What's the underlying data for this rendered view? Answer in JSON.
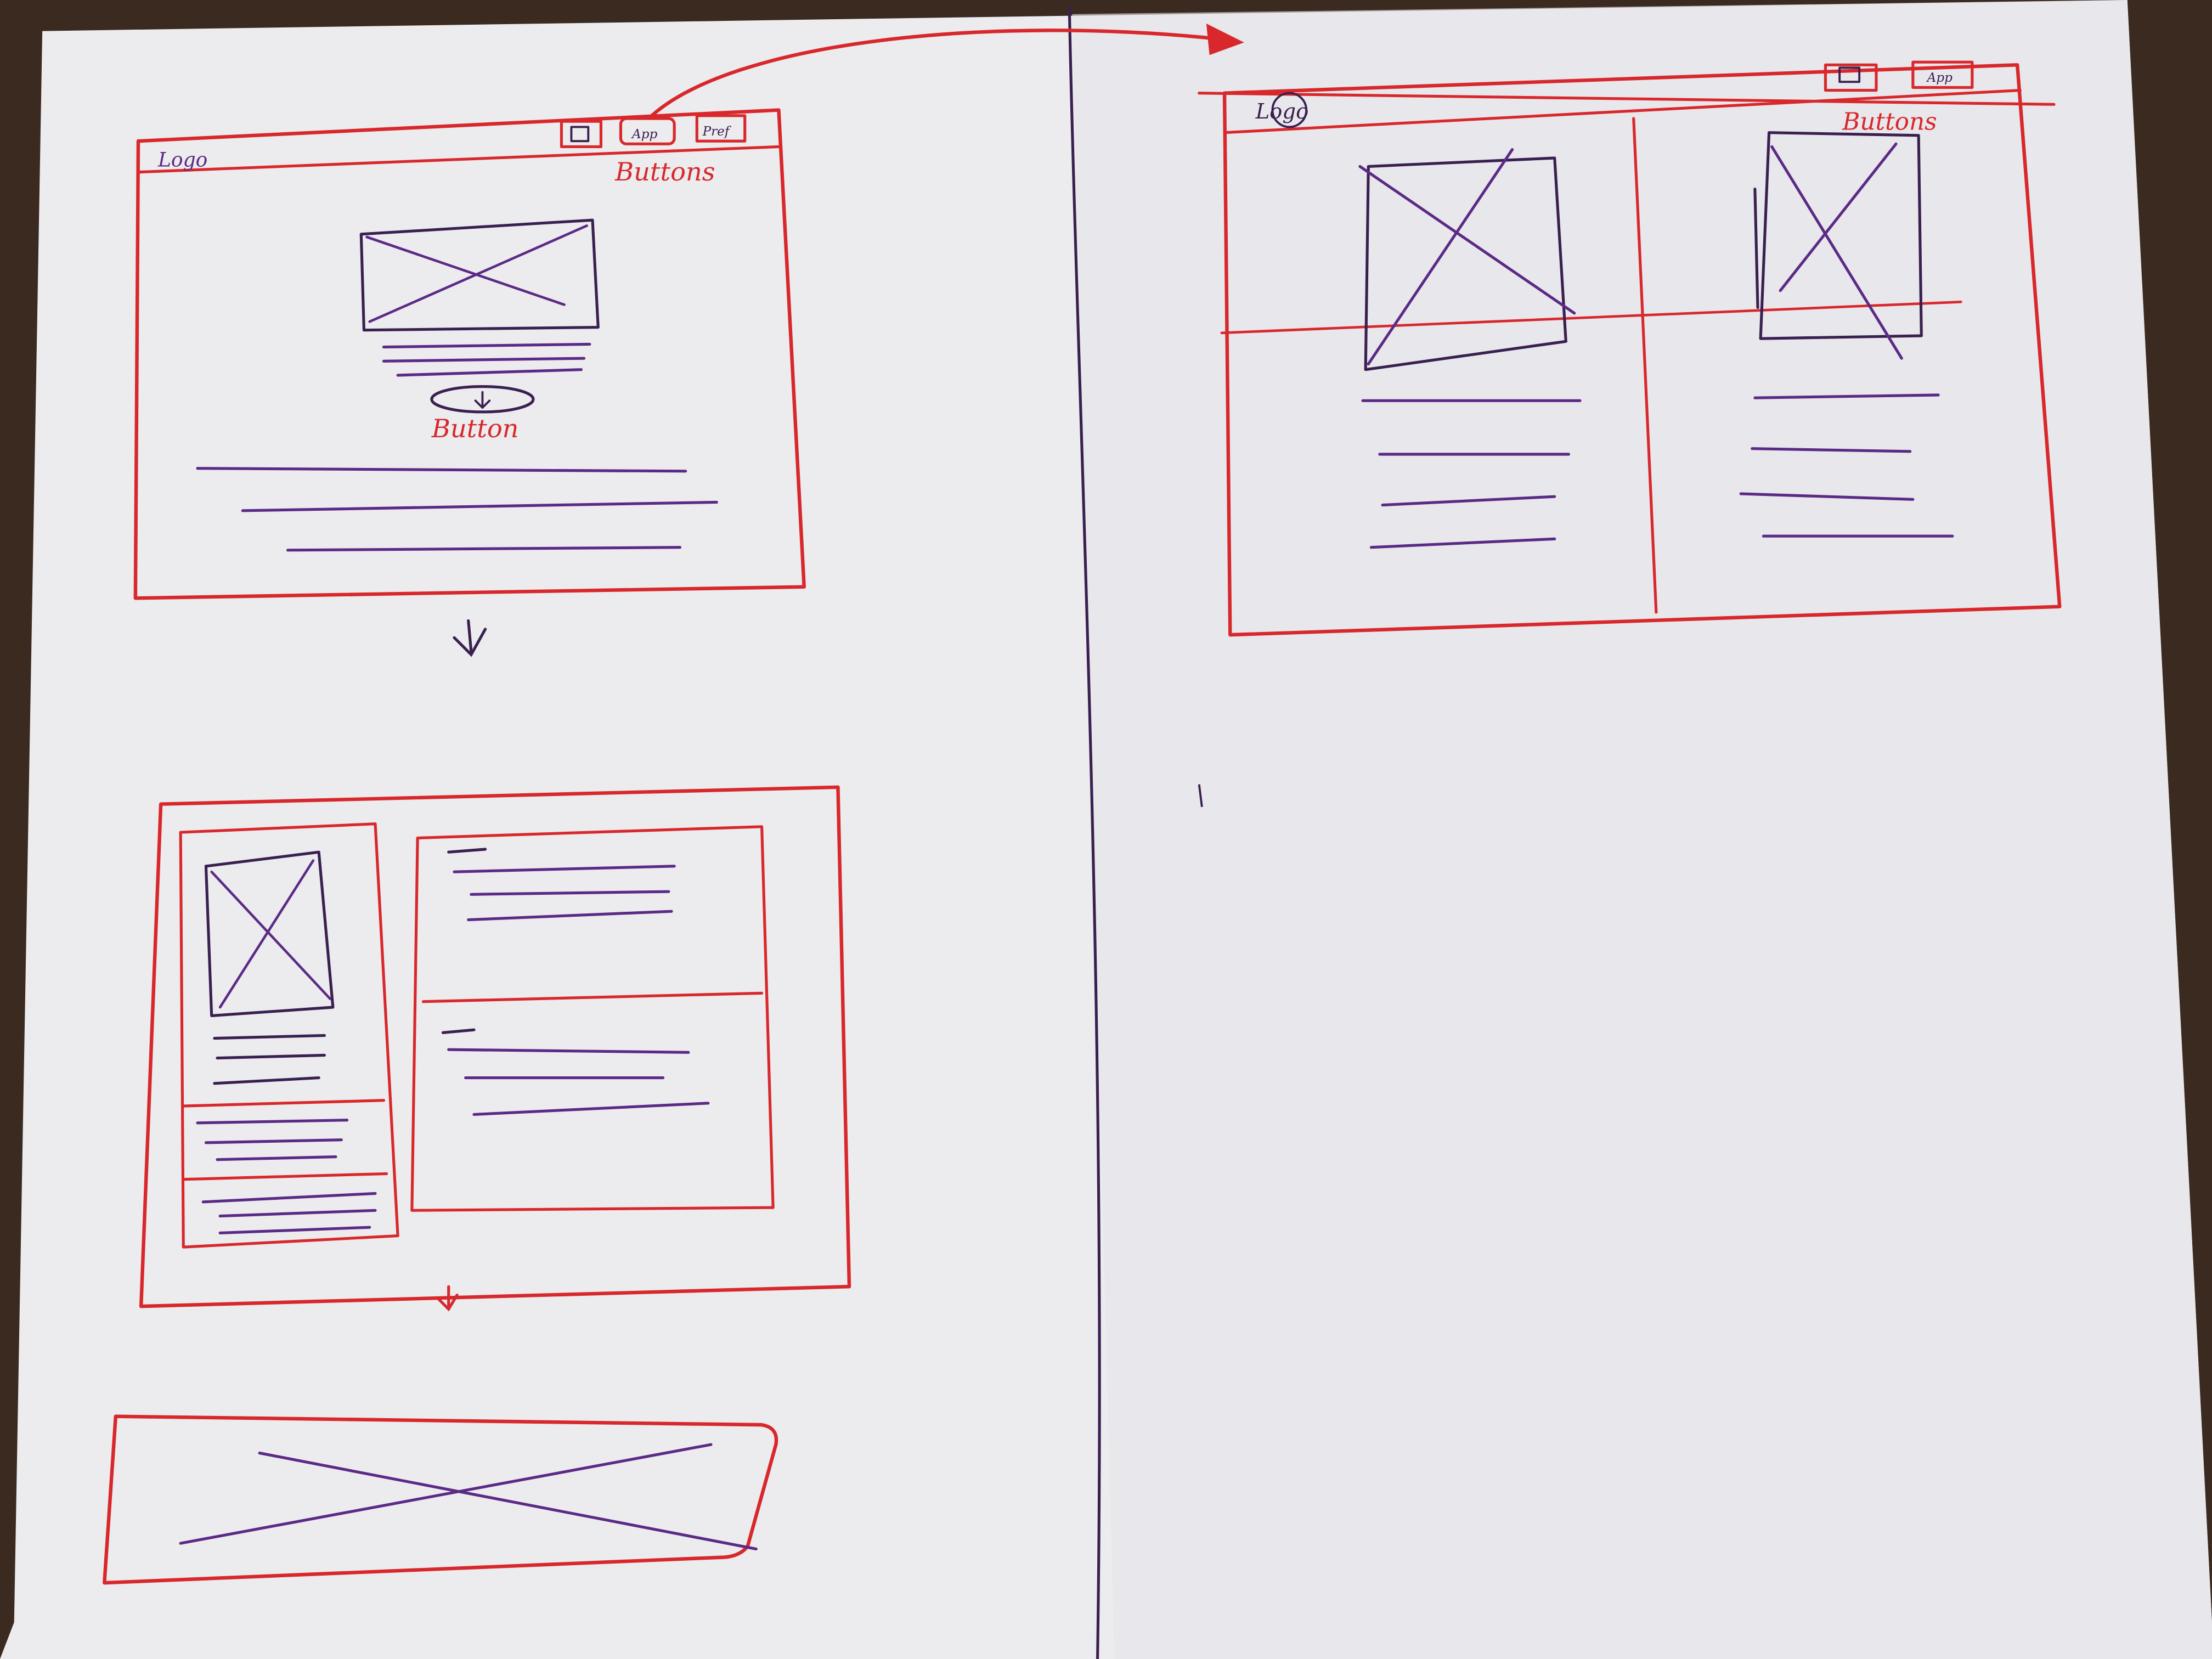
{
  "colors": {
    "background": "#3a2a20",
    "paper": "#ecebee",
    "paper_shadow": "#d9d8dd",
    "red_marker": "#d8282c",
    "purple_marker": "#5b2a86",
    "dark_marker": "#3a2050"
  },
  "labels": {
    "logo_frame1": "Logo",
    "logo_frame2": "Logo",
    "buttons_note_frame1": "Buttons",
    "buttons_note_frame2": "Buttons",
    "button_note": "Button",
    "header_btn_1": "",
    "header_btn_2": "App",
    "header_btn_3": "Pref",
    "frame2_btn_1": "",
    "frame2_btn_2": "App"
  },
  "icons": {
    "down_arrow": "down-arrow-icon",
    "image_placeholder": "image-placeholder-icon",
    "flow_arrow": "curved-arrow-icon"
  }
}
